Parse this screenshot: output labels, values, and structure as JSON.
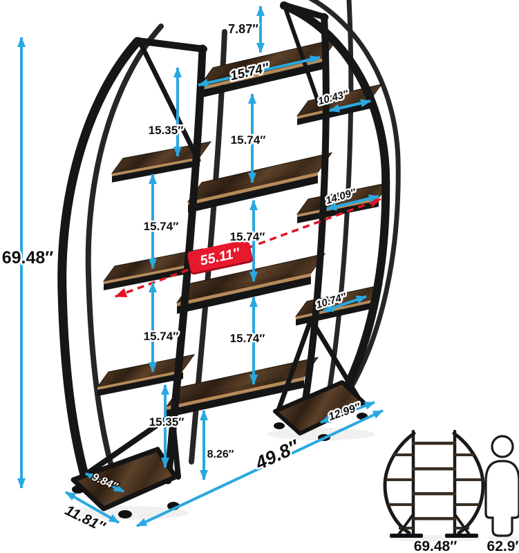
{
  "labels": {
    "overall_height": "69.48″",
    "top_shelf_clearance": "7.87″",
    "top_shelf_width": "15.74″",
    "right_shelf_1_width": "10.43″",
    "left_gap_1": "15.35″",
    "center_gap_1": "15.74″",
    "left_gap_2": "15.74″",
    "center_gap_2": "15.74″",
    "diagonal_length": "55.11″",
    "right_shelf_2_width": "14.09″",
    "right_shelf_3_width": "10.74″",
    "left_gap_3": "15.74″",
    "center_gap_3": "15.74″",
    "left_gap_4": "15.35″",
    "bottom_clearance": "8.26″",
    "base_plate_depth": "9.84″",
    "base_depth": "11.81″",
    "right_base_width": "12.99″",
    "overall_width": "49.8″",
    "reference": {
      "shelf_height": "69.48″",
      "person_height": "62.9″"
    }
  },
  "colors": {
    "dimension_arrow": "#29A8E0",
    "highlight_red": "#E8192C",
    "label_text": "#101010",
    "wood_brown": "#4A3423",
    "frame_black": "#161616",
    "background": "#FFFFFF"
  }
}
